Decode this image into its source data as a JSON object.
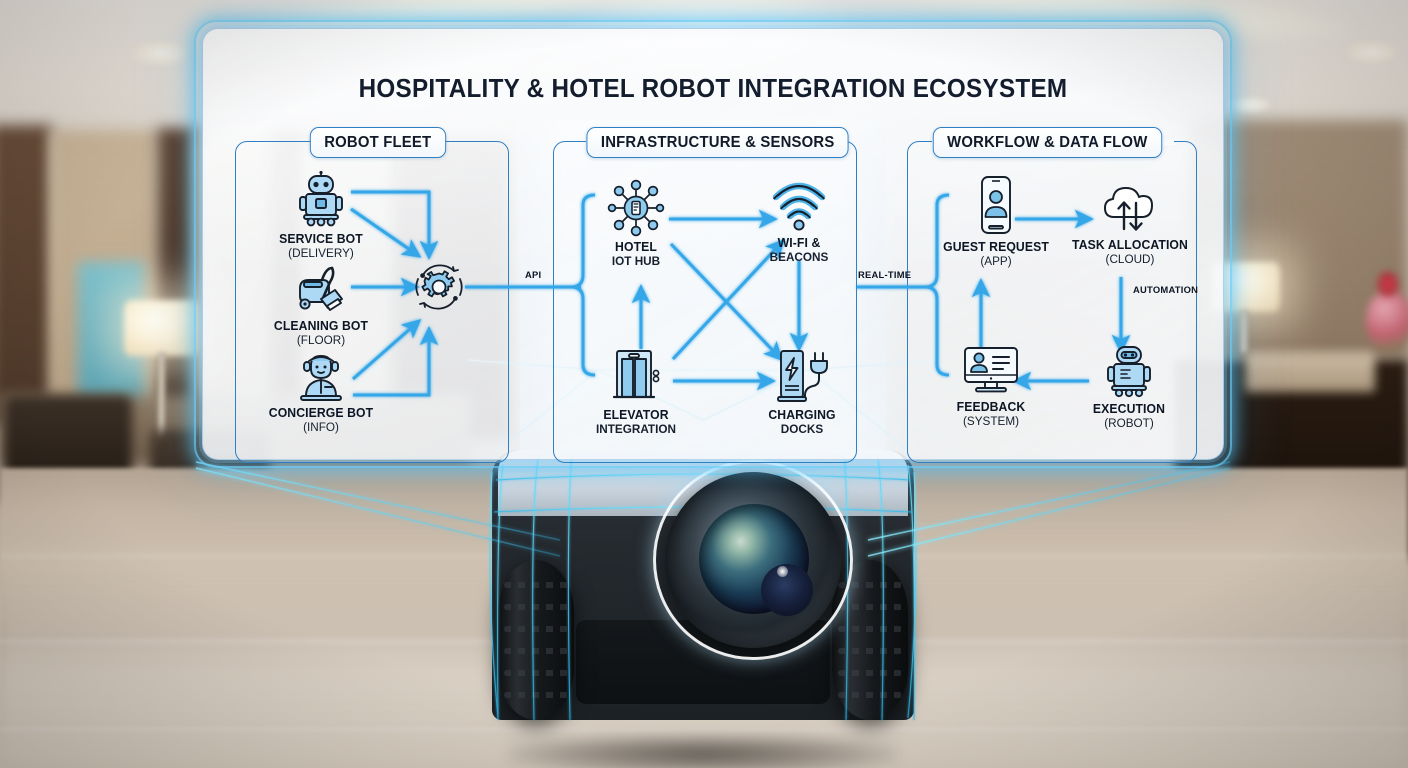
{
  "diagram": {
    "title": "HOSPITALITY & HOTEL ROBOT INTEGRATION ECOSYSTEM",
    "accent_color": "#2f7fc4",
    "glow_color": "#5ac8fa",
    "title_color": "#141d2e",
    "columns": [
      {
        "id": "robot-fleet",
        "header": "ROBOT FLEET",
        "nodes": [
          {
            "icon": "service-robot-icon",
            "label": "SERVICE BOT",
            "sub": "(DELIVERY)"
          },
          {
            "icon": "vacuum-cleaner-icon",
            "label": "CLEANING BOT",
            "sub": "(FLOOR)"
          },
          {
            "icon": "concierge-person-icon",
            "label": "CONCIERGE BOT",
            "sub": "(INFO)"
          },
          {
            "icon": "gear-cycle-icon",
            "label": "",
            "sub": ""
          }
        ]
      },
      {
        "id": "infrastructure-sensors",
        "header": "INFRASTRUCTURE & SENSORS",
        "nodes": [
          {
            "icon": "iot-hub-icon",
            "label": "HOTEL",
            "sub": "IOT HUB"
          },
          {
            "icon": "wifi-icon",
            "label": "WI-FI &",
            "sub": "BEACONS"
          },
          {
            "icon": "elevator-icon",
            "label": "ELEVATOR",
            "sub": "INTEGRATION"
          },
          {
            "icon": "charging-dock-icon",
            "label": "CHARGING",
            "sub": "DOCKS"
          }
        ]
      },
      {
        "id": "workflow-data-flow",
        "header": "WORKFLOW & DATA FLOW",
        "nodes": [
          {
            "icon": "smartphone-user-icon",
            "label": "GUEST REQUEST",
            "sub": "(APP)"
          },
          {
            "icon": "cloud-sync-icon",
            "label": "TASK ALLOCATION",
            "sub": "(CLOUD)"
          },
          {
            "icon": "monitor-feedback-icon",
            "label": "FEEDBACK",
            "sub": "(SYSTEM)"
          },
          {
            "icon": "robot-execution-icon",
            "label": "EXECUTION",
            "sub": "(ROBOT)"
          }
        ]
      }
    ],
    "flow_labels": {
      "api": "API",
      "realtime": "REAL-TIME",
      "automation": "AUTOMATION"
    }
  },
  "scene": {
    "background": "blurred-hotel-lobby",
    "foreground": "delivery-robot-with-wireframe-overlay"
  }
}
